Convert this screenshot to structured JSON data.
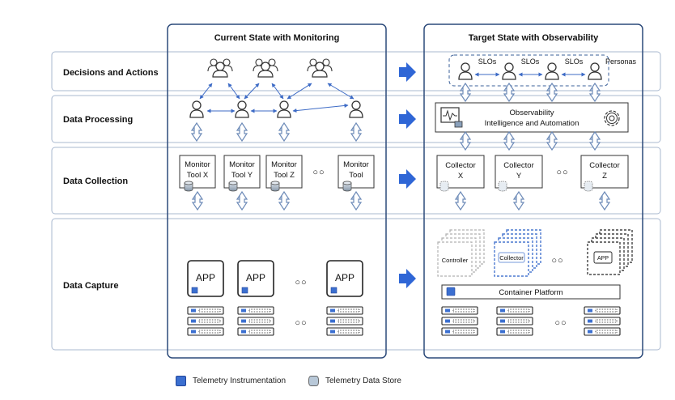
{
  "columns": {
    "current": "Current State with Monitoring",
    "target": "Target State with Observability"
  },
  "rows": [
    {
      "label": "Decisions and Actions"
    },
    {
      "label": "Data Processing"
    },
    {
      "label": "Data Collection"
    },
    {
      "label": "Data Capture"
    }
  ],
  "current": {
    "tools": [
      {
        "line1": "Monitor",
        "line2": "Tool X"
      },
      {
        "line1": "Monitor",
        "line2": "Tool Y"
      },
      {
        "line1": "Monitor",
        "line2": "Tool Z"
      },
      {
        "line1": "Monitor",
        "line2": "Tool"
      }
    ],
    "ellipsis": "○○",
    "app_label": "APP"
  },
  "target": {
    "slo": [
      "SLOs",
      "SLOs",
      "SLOs"
    ],
    "personas": "Personas",
    "oia_line1": "Observability",
    "oia_line2": "Intelligence and Automation",
    "collectors": [
      {
        "line1": "Collector",
        "line2": "X"
      },
      {
        "line1": "Collector",
        "line2": "Y"
      },
      {
        "line1": "Collector",
        "line2": "Z"
      }
    ],
    "ellipsis": "○○",
    "controller": "Controller",
    "collector": "Collector",
    "app_label": "APP",
    "platform": "Container Platform"
  },
  "legend": {
    "instrumentation": "Telemetry Instrumentation",
    "store": "Telemetry Data Store"
  },
  "colors": {
    "accent_blue": "#3b6fd0",
    "arrow_blue": "#2f66d6",
    "frame": "#2c4a7a",
    "row_border": "#9fb0c8"
  }
}
